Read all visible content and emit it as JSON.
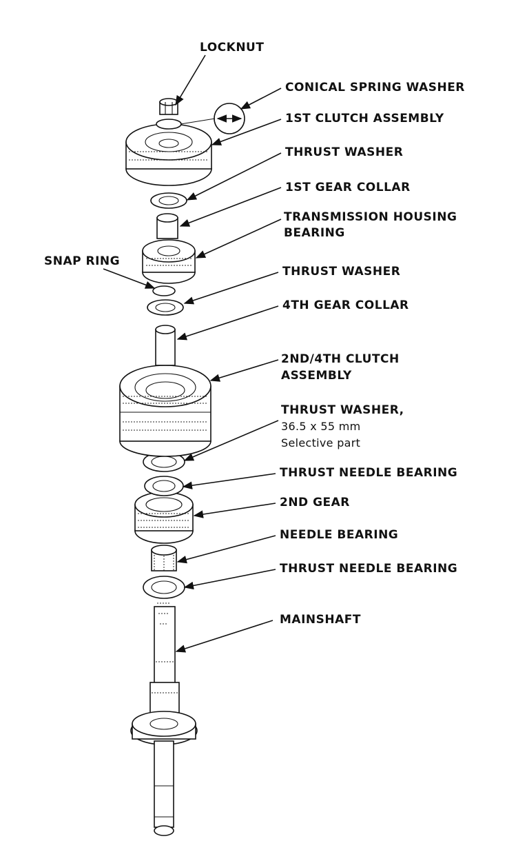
{
  "labels": {
    "locknut": "LOCKNUT",
    "conical_spring_washer": "CONICAL SPRING WASHER",
    "first_clutch_assembly": "1ST CLUTCH ASSEMBLY",
    "thrust_washer_1": "THRUST WASHER",
    "first_gear_collar": "1ST GEAR COLLAR",
    "transmission_housing_bearing_1": "TRANSMISSION HOUSING",
    "transmission_housing_bearing_2": "BEARING",
    "snap_ring": "SNAP RING",
    "thrust_washer_2": "THRUST WASHER",
    "fourth_gear_collar": "4TH GEAR COLLAR",
    "second_fourth_clutch_1": "2ND/4TH CLUTCH",
    "second_fourth_clutch_2": "ASSEMBLY",
    "thrust_washer_3": "THRUST WASHER,",
    "thrust_washer_3_size": "36.5 x 55 mm",
    "thrust_washer_3_note": "Selective part",
    "thrust_needle_bearing_1": "THRUST NEEDLE BEARING",
    "second_gear": "2ND GEAR",
    "needle_bearing": "NEEDLE BEARING",
    "thrust_needle_bearing_2": "THRUST NEEDLE BEARING",
    "mainshaft": "MAINSHAFT"
  }
}
